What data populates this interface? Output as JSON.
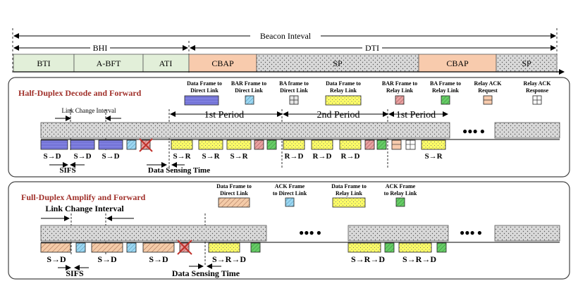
{
  "superframe": {
    "beacon_interval_label": "Beacon Inteval",
    "bhi_label": "BHI",
    "dti_label": "DTI",
    "segments": [
      {
        "label": "BTI",
        "kind": "bti"
      },
      {
        "label": "A-BFT",
        "kind": "abft"
      },
      {
        "label": "ATI",
        "kind": "ati"
      },
      {
        "label": "CBAP",
        "kind": "cbap"
      },
      {
        "label": "SP",
        "kind": "sp"
      },
      {
        "label": "CBAP",
        "kind": "cbap"
      },
      {
        "label": "SP",
        "kind": "sp"
      }
    ]
  },
  "half_duplex": {
    "title": "Half-Duplex Decode and Forward",
    "legend": [
      {
        "line1": "Data Frame to",
        "line2": "Direct Link",
        "kind": "data-direct"
      },
      {
        "line1": "BAR Frame to",
        "line2": "Direct Link",
        "kind": "bar-direct"
      },
      {
        "line1": "BA frame to",
        "line2": "Direct Link",
        "kind": "ba-direct"
      },
      {
        "line1": "Data Frame to",
        "line2": "Relay Link",
        "kind": "data-relay"
      },
      {
        "line1": "BAR Frame to",
        "line2": "Relay Link",
        "kind": "bar-relay"
      },
      {
        "line1": "BA Frame to",
        "line2": "Relay Link",
        "kind": "ba-relay"
      },
      {
        "line1": "Relay ACK",
        "line2": "Request",
        "kind": "relay-ack-req"
      },
      {
        "line1": "Relay ACK",
        "line2": "Response",
        "kind": "relay-ack-resp"
      }
    ],
    "periods": [
      "1st Period",
      "2nd Period",
      "1st Period"
    ],
    "link_change_interval": "Link Change Interval",
    "sifs": "SIFS",
    "data_sensing_time": "Data Sensing Time",
    "ellipsis": "●●● ●",
    "flows": [
      "S→D",
      "S→D",
      "S→D",
      "S→R",
      "S→R",
      "S→R",
      "R→D",
      "R→D",
      "R→D",
      "S→R"
    ]
  },
  "full_duplex": {
    "title": "Full-Duplex Amplify and Forward",
    "legend": [
      {
        "line1": "Data Frame to",
        "line2": "Direct Link",
        "kind": "data-direct-fd"
      },
      {
        "line1": "ACK Frame",
        "line2": "to Direct Link",
        "kind": "ack-direct"
      },
      {
        "line1": "Data Frame to",
        "line2": "Relay Link",
        "kind": "data-relay"
      },
      {
        "line1": "ACK Frame",
        "line2": "to Relay Link",
        "kind": "ack-relay"
      }
    ],
    "link_change_interval": "Link Change Interval",
    "sifs": "SIFS",
    "data_sensing_time": "Data Sensing Time",
    "ellipsis": "●●● ●",
    "flows": [
      "S→D",
      "S→D",
      "S→D",
      "S→R→D",
      "S→R→D",
      "S→R→D"
    ]
  },
  "colors": {
    "bti": "#e2efd9",
    "cbap": "#f8cbad",
    "sp": "#d9d9d9",
    "data_direct": "#7f7fe0",
    "bar_direct": "#9bd7f2",
    "ba_direct": "#e6e6e6",
    "data_relay": "#ffff66",
    "bar_relay": "#e8a0a0",
    "ba_relay": "#66cc66",
    "relay_ack_req": "#f8cbad",
    "data_direct_fd": "#f4cba8",
    "accent_title": "#a0302a"
  }
}
